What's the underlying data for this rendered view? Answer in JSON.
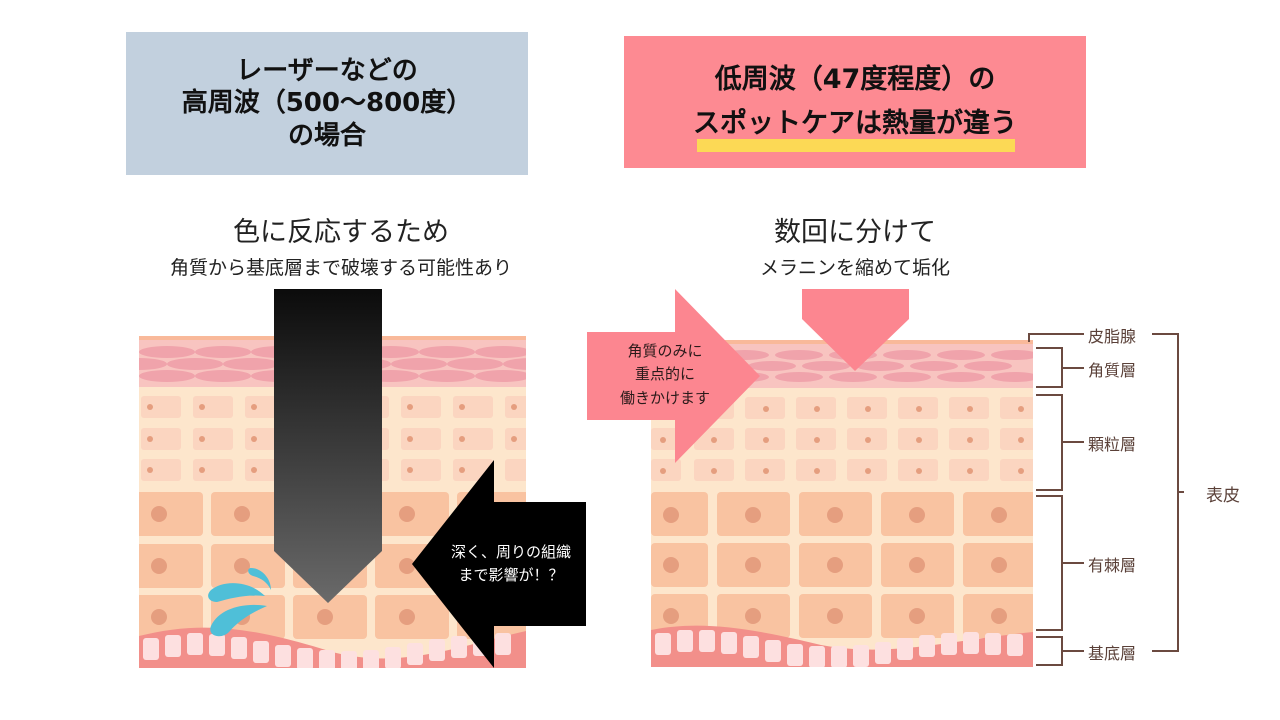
{
  "left_panel": {
    "title_lines": [
      "レーザーなどの",
      "高周波（500〜800度）",
      "の場合"
    ],
    "title_bg": "#c2d0de",
    "caption_main": "色に反応するため",
    "caption_sub": "角質から基底層まで破壊する可能性あり",
    "arrow_side_text_lines": [
      "深く、周りの組織",
      "まで影響が！？"
    ]
  },
  "right_panel": {
    "title_lines": [
      "低周波（47度程度）の",
      "スポットケアは熱量が違う"
    ],
    "title_bg": "#fd8a92",
    "highlight_color": "#fcd955",
    "caption_main": "数回に分けて",
    "caption_sub": "メラニンを縮めて垢化",
    "arrow_side_text_lines": [
      "角質のみに",
      "重点的に",
      "働きかけます"
    ]
  },
  "layer_labels": {
    "sebaceous": "皮脂腺",
    "stratum_corneum": "角質層",
    "granular": "顆粒層",
    "spinous": "有棘層",
    "basal": "基底層",
    "epidermis": "表皮"
  },
  "colors": {
    "skin_bg": "#fde6cc",
    "cell_light": "#fbd5c0",
    "cell_big": "#f9c3a1",
    "nucleus": "#e59e7f",
    "corneum": "#f8c4c0",
    "corneum_oval": "#f0a3ab",
    "basal_band": "#f28f8a",
    "basal_cell": "#fde0e0",
    "pink_arrow": "#fc8690",
    "bracket": "#6b4a40"
  }
}
